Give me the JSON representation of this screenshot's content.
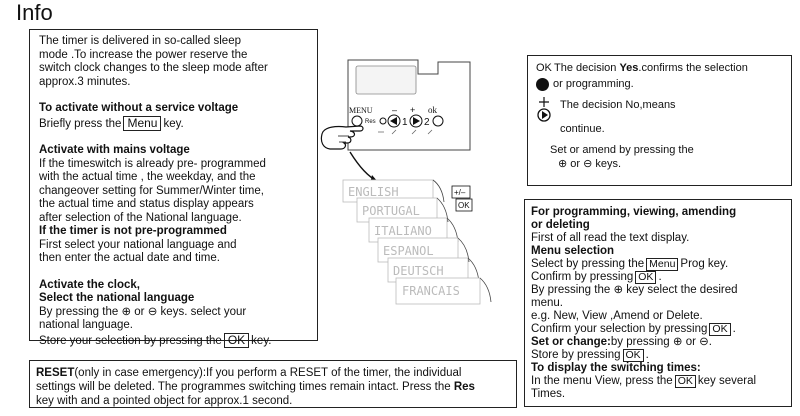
{
  "page": {
    "title": "Info"
  },
  "left_box": {
    "intro_1": "The timer is delivered in so-called sleep",
    "intro_2": "mode .To increase the power reserve the",
    "intro_3": "switch clock changes to the sleep mode after",
    "intro_4": "approx.3 minutes.",
    "no_voltage_heading": "To activate without a service voltage",
    "no_voltage_pre": "Briefly press the",
    "menu_key": "Menu",
    "no_voltage_post": "key.",
    "mains_heading": "Activate with mains voltage",
    "mains_1": "If the timeswitch is already pre- programmed",
    "mains_2": "with the actual time , the weekday, and the",
    "mains_3": "changeover setting for Summer/Winter time,",
    "mains_4": "the actual time and status display appears",
    "mains_5": "after selection of the National language.",
    "not_pre_heading": "If the timer is not pre-programmed",
    "not_pre_1": "First select your national language and",
    "not_pre_2": "then enter the actual date and time.",
    "clock_heading_1": "Activate the clock,",
    "clock_heading_2": "Select the national language",
    "clock_1": "By pressing the ⊕ or ⊖ keys. select your",
    "clock_2": "national language.",
    "clock_3_pre": "Store your selection by pressing the",
    "ok_key": "OK",
    "clock_3_post": "key."
  },
  "right_top_box": {
    "ok_label": "OK",
    "ok_text_pre": "The decision",
    "ok_text_bold": "Yes",
    "ok_text_post": ".confirms the selection",
    "ok_text_2": "or  programming.",
    "no_text": "The decision No,means",
    "continue_text": "continue.",
    "set_1": "Set or amend by pressing the",
    "set_2": "⊕ or ⊖ keys."
  },
  "right_bottom_box": {
    "heading_1": "For programming, viewing, amending",
    "heading_2": "or deleting",
    "first": "First of all read the text display.",
    "menu_sel": "Menu selection",
    "sel_pre": "Select by pressing the",
    "menu_key": "Menu",
    "sel_post": "Prog key.",
    "confirm_pre": "Confirm by pressing",
    "ok_key": "OK",
    "confirm_post": ".",
    "press_1": "By pressing the ⊕ key select the desired",
    "press_2": "menu.",
    "eg": "e.g. New, View ,Amend or Delete.",
    "confirm_sel_pre": "Confirm your selection by pressing",
    "confirm_sel_post": ".",
    "set_bold": "Set or change:",
    "set_rest": "by pressing  ⊕  or ⊖.",
    "store_pre": "Store by pressing",
    "store_post": ".",
    "display_heading": "To display the switching times:",
    "display_1_pre": "In the menu View, press the",
    "display_1_post": "key several",
    "display_2": "Times."
  },
  "bottom_box": {
    "reset_bold": "RESET",
    "reset_1": "(only in case emergency):If you perform a RESET of the timer, the individual",
    "reset_2": "settings will be deleted. The programmes switching times remain intact. Press the",
    "res_bold": "Res",
    "reset_3": "key with and a pointed object for approx.1 second."
  },
  "illustration": {
    "menu_label": "MENU",
    "res_label": "Res",
    "minus": "–",
    "plus": "+",
    "ok_label": "ok",
    "num_1": "1",
    "num_2": "2",
    "pm_label": "+/–",
    "ok_side": "OK",
    "languages": [
      "ENGLISH",
      "PORTUGAL",
      "ITALIANO",
      "ESPANOL",
      "DEUTSCH",
      "FRANCAIS"
    ]
  }
}
